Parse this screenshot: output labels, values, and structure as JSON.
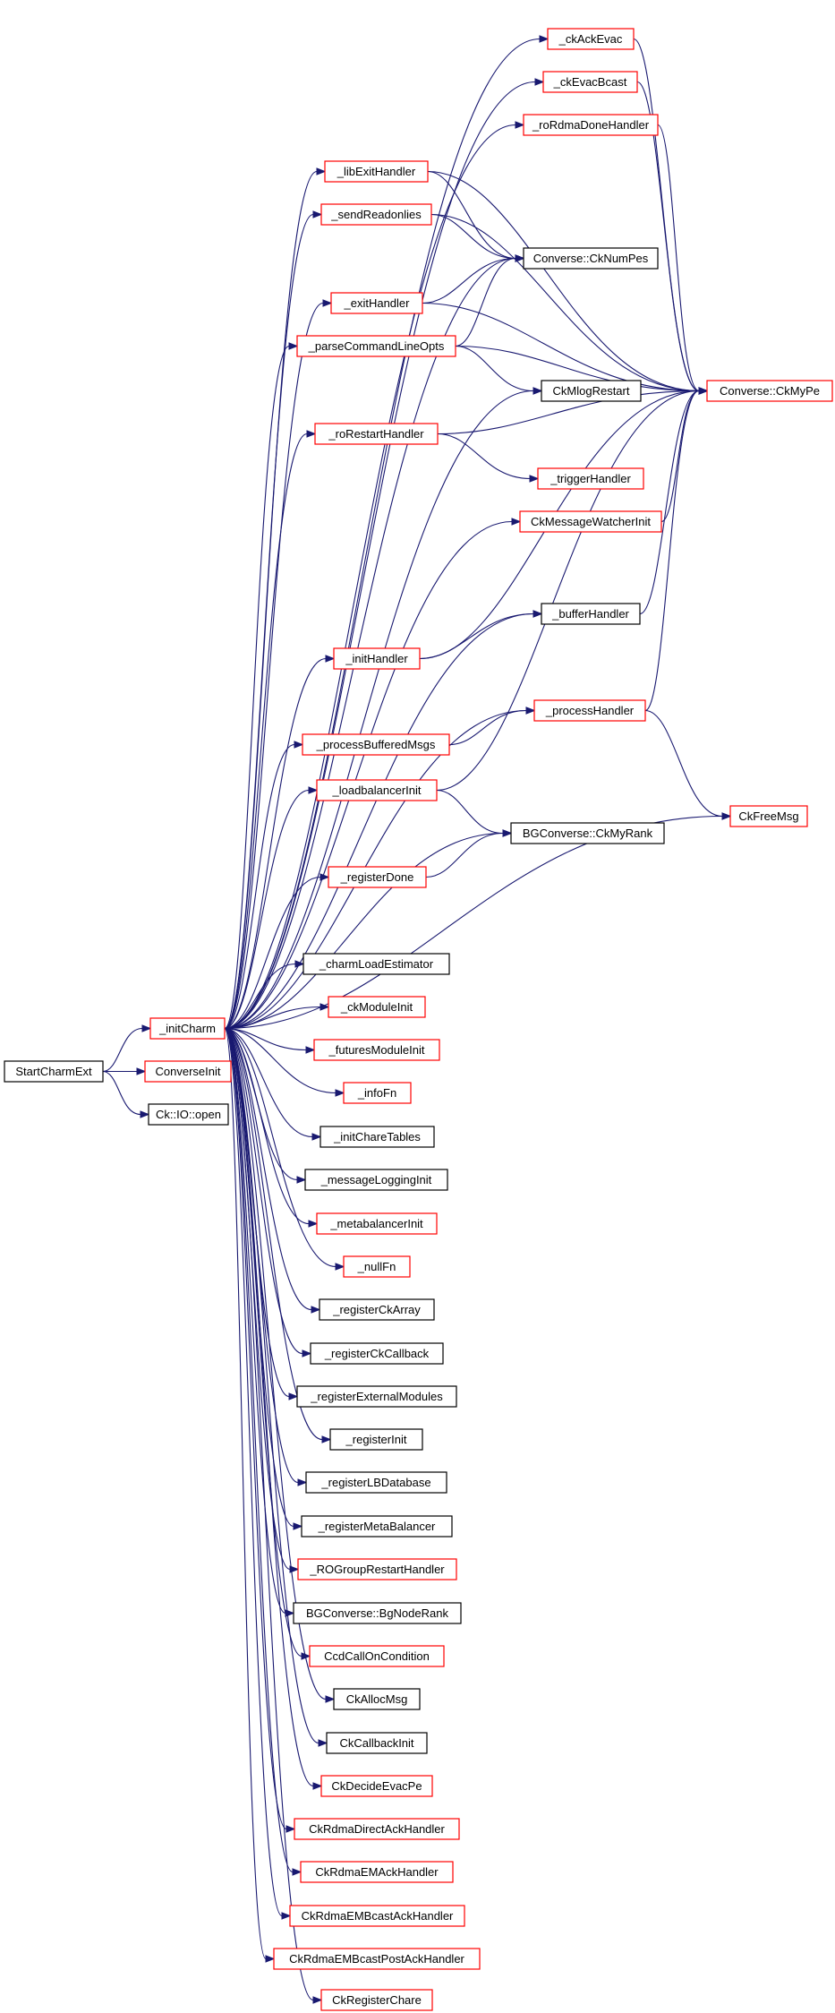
{
  "colors": {
    "background": "#ffffff",
    "edge": "#191970",
    "border_black": "#000000",
    "border_red": "#ff0000",
    "root_fill": "#bfbfbf",
    "text": "#000000"
  },
  "nodes": [
    {
      "id": "StartCharmExt",
      "label": "StartCharmExt",
      "border": "black",
      "root": true
    },
    {
      "id": "_initCharm",
      "label": "_initCharm",
      "border": "red"
    },
    {
      "id": "ConverseInit",
      "label": "ConverseInit",
      "border": "red"
    },
    {
      "id": "Ck::IO::open",
      "label": "Ck::IO::open",
      "border": "black"
    },
    {
      "id": "_ckAckEvac",
      "label": "_ckAckEvac",
      "border": "red"
    },
    {
      "id": "_ckEvacBcast",
      "label": "_ckEvacBcast",
      "border": "red"
    },
    {
      "id": "_roRdmaDoneHandler",
      "label": "_roRdmaDoneHandler",
      "border": "red"
    },
    {
      "id": "_libExitHandler",
      "label": "_libExitHandler",
      "border": "red"
    },
    {
      "id": "_sendReadonlies",
      "label": "_sendReadonlies",
      "border": "red"
    },
    {
      "id": "Converse::CkNumPes",
      "label": "Converse::CkNumPes",
      "border": "black"
    },
    {
      "id": "_exitHandler",
      "label": "_exitHandler",
      "border": "red"
    },
    {
      "id": "_parseCommandLineOpts",
      "label": "_parseCommandLineOpts",
      "border": "red"
    },
    {
      "id": "Converse::CkMyPe",
      "label": "Converse::CkMyPe",
      "border": "red"
    },
    {
      "id": "CkMlogRestart",
      "label": "CkMlogRestart",
      "border": "black"
    },
    {
      "id": "_roRestartHandler",
      "label": "_roRestartHandler",
      "border": "red"
    },
    {
      "id": "_triggerHandler",
      "label": "_triggerHandler",
      "border": "red"
    },
    {
      "id": "CkMessageWatcherInit",
      "label": "CkMessageWatcherInit",
      "border": "red"
    },
    {
      "id": "_bufferHandler",
      "label": "_bufferHandler",
      "border": "black"
    },
    {
      "id": "_initHandler",
      "label": "_initHandler",
      "border": "red"
    },
    {
      "id": "_processHandler",
      "label": "_processHandler",
      "border": "red"
    },
    {
      "id": "_processBufferedMsgs",
      "label": "_processBufferedMsgs",
      "border": "red"
    },
    {
      "id": "_loadbalancerInit",
      "label": "_loadbalancerInit",
      "border": "red"
    },
    {
      "id": "CkFreeMsg",
      "label": "CkFreeMsg",
      "border": "red"
    },
    {
      "id": "BGConverse::CkMyRank",
      "label": "BGConverse::CkMyRank",
      "border": "black"
    },
    {
      "id": "_registerDone",
      "label": "_registerDone",
      "border": "red"
    },
    {
      "id": "_charmLoadEstimator",
      "label": "_charmLoadEstimator",
      "border": "black"
    },
    {
      "id": "_ckModuleInit",
      "label": "_ckModuleInit",
      "border": "red"
    },
    {
      "id": "_futuresModuleInit",
      "label": "_futuresModuleInit",
      "border": "red"
    },
    {
      "id": "_infoFn",
      "label": "_infoFn",
      "border": "red"
    },
    {
      "id": "_initChareTables",
      "label": "_initChareTables",
      "border": "black"
    },
    {
      "id": "_messageLoggingInit",
      "label": "_messageLoggingInit",
      "border": "black"
    },
    {
      "id": "_metabalancerInit",
      "label": "_metabalancerInit",
      "border": "red"
    },
    {
      "id": "_nullFn",
      "label": "_nullFn",
      "border": "red"
    },
    {
      "id": "_registerCkArray",
      "label": "_registerCkArray",
      "border": "black"
    },
    {
      "id": "_registerCkCallback",
      "label": "_registerCkCallback",
      "border": "black"
    },
    {
      "id": "_registerExternalModules",
      "label": "_registerExternalModules",
      "border": "black"
    },
    {
      "id": "_registerInit",
      "label": "_registerInit",
      "border": "black"
    },
    {
      "id": "_registerLBDatabase",
      "label": "_registerLBDatabase",
      "border": "black"
    },
    {
      "id": "_registerMetaBalancer",
      "label": "_registerMetaBalancer",
      "border": "black"
    },
    {
      "id": "_ROGroupRestartHandler",
      "label": "_ROGroupRestartHandler",
      "border": "red"
    },
    {
      "id": "BGConverse::BgNodeRank",
      "label": "BGConverse::BgNodeRank",
      "border": "black"
    },
    {
      "id": "CcdCallOnCondition",
      "label": "CcdCallOnCondition",
      "border": "red"
    },
    {
      "id": "CkAllocMsg",
      "label": "CkAllocMsg",
      "border": "black"
    },
    {
      "id": "CkCallbackInit",
      "label": "CkCallbackInit",
      "border": "black"
    },
    {
      "id": "CkDecideEvacPe",
      "label": "CkDecideEvacPe",
      "border": "red"
    },
    {
      "id": "CkRdmaDirectAckHandler",
      "label": "CkRdmaDirectAckHandler",
      "border": "red"
    },
    {
      "id": "CkRdmaEMAckHandler",
      "label": "CkRdmaEMAckHandler",
      "border": "red"
    },
    {
      "id": "CkRdmaEMBcastAckHandler",
      "label": "CkRdmaEMBcastAckHandler",
      "border": "red"
    },
    {
      "id": "CkRdmaEMBcastPostAckHandler",
      "label": "CkRdmaEMBcastPostAckHandler",
      "border": "red"
    },
    {
      "id": "CkRegisterChare",
      "label": "CkRegisterChare",
      "border": "red"
    }
  ],
  "edges": [
    [
      "StartCharmExt",
      "_initCharm"
    ],
    [
      "StartCharmExt",
      "ConverseInit"
    ],
    [
      "StartCharmExt",
      "Ck::IO::open"
    ],
    [
      "_initCharm",
      "_ckAckEvac"
    ],
    [
      "_initCharm",
      "_ckEvacBcast"
    ],
    [
      "_initCharm",
      "_roRdmaDoneHandler"
    ],
    [
      "_initCharm",
      "_libExitHandler"
    ],
    [
      "_initCharm",
      "_sendReadonlies"
    ],
    [
      "_initCharm",
      "Converse::CkNumPes"
    ],
    [
      "_initCharm",
      "_exitHandler"
    ],
    [
      "_initCharm",
      "_parseCommandLineOpts"
    ],
    [
      "_initCharm",
      "CkMlogRestart"
    ],
    [
      "_initCharm",
      "_roRestartHandler"
    ],
    [
      "_initCharm",
      "CkMessageWatcherInit"
    ],
    [
      "_initCharm",
      "_bufferHandler"
    ],
    [
      "_initCharm",
      "_initHandler"
    ],
    [
      "_initCharm",
      "_processHandler"
    ],
    [
      "_initCharm",
      "_processBufferedMsgs"
    ],
    [
      "_initCharm",
      "_loadbalancerInit"
    ],
    [
      "_initCharm",
      "BGConverse::CkMyRank"
    ],
    [
      "_initCharm",
      "_registerDone"
    ],
    [
      "_initCharm",
      "CkFreeMsg"
    ],
    [
      "_initCharm",
      "_charmLoadEstimator"
    ],
    [
      "_initCharm",
      "_ckModuleInit"
    ],
    [
      "_initCharm",
      "_futuresModuleInit"
    ],
    [
      "_initCharm",
      "_infoFn"
    ],
    [
      "_initCharm",
      "_initChareTables"
    ],
    [
      "_initCharm",
      "_messageLoggingInit"
    ],
    [
      "_initCharm",
      "_metabalancerInit"
    ],
    [
      "_initCharm",
      "_nullFn"
    ],
    [
      "_initCharm",
      "_registerCkArray"
    ],
    [
      "_initCharm",
      "_registerCkCallback"
    ],
    [
      "_initCharm",
      "_registerExternalModules"
    ],
    [
      "_initCharm",
      "_registerInit"
    ],
    [
      "_initCharm",
      "_registerLBDatabase"
    ],
    [
      "_initCharm",
      "_registerMetaBalancer"
    ],
    [
      "_initCharm",
      "_ROGroupRestartHandler"
    ],
    [
      "_initCharm",
      "BGConverse::BgNodeRank"
    ],
    [
      "_initCharm",
      "CcdCallOnCondition"
    ],
    [
      "_initCharm",
      "CkAllocMsg"
    ],
    [
      "_initCharm",
      "CkCallbackInit"
    ],
    [
      "_initCharm",
      "CkDecideEvacPe"
    ],
    [
      "_initCharm",
      "CkRdmaDirectAckHandler"
    ],
    [
      "_initCharm",
      "CkRdmaEMAckHandler"
    ],
    [
      "_initCharm",
      "CkRdmaEMBcastAckHandler"
    ],
    [
      "_initCharm",
      "CkRdmaEMBcastPostAckHandler"
    ],
    [
      "_initCharm",
      "CkRegisterChare"
    ],
    [
      "_ckAckEvac",
      "Converse::CkMyPe"
    ],
    [
      "_ckEvacBcast",
      "Converse::CkMyPe"
    ],
    [
      "_roRdmaDoneHandler",
      "Converse::CkMyPe"
    ],
    [
      "_libExitHandler",
      "Converse::CkNumPes"
    ],
    [
      "_libExitHandler",
      "Converse::CkMyPe"
    ],
    [
      "_sendReadonlies",
      "Converse::CkNumPes"
    ],
    [
      "_sendReadonlies",
      "Converse::CkMyPe"
    ],
    [
      "_exitHandler",
      "Converse::CkNumPes"
    ],
    [
      "_exitHandler",
      "Converse::CkMyPe"
    ],
    [
      "_parseCommandLineOpts",
      "Converse::CkNumPes"
    ],
    [
      "_parseCommandLineOpts",
      "Converse::CkMyPe"
    ],
    [
      "_parseCommandLineOpts",
      "CkMlogRestart"
    ],
    [
      "_roRestartHandler",
      "Converse::CkMyPe"
    ],
    [
      "_roRestartHandler",
      "_triggerHandler"
    ],
    [
      "CkMessageWatcherInit",
      "Converse::CkMyPe"
    ],
    [
      "_bufferHandler",
      "Converse::CkMyPe"
    ],
    [
      "_initHandler",
      "_bufferHandler"
    ],
    [
      "_initHandler",
      "Converse::CkMyPe"
    ],
    [
      "_processHandler",
      "Converse::CkMyPe"
    ],
    [
      "_processHandler",
      "CkFreeMsg"
    ],
    [
      "_processBufferedMsgs",
      "_processHandler"
    ],
    [
      "_loadbalancerInit",
      "Converse::CkMyPe"
    ],
    [
      "_loadbalancerInit",
      "BGConverse::CkMyRank"
    ],
    [
      "_registerDone",
      "BGConverse::CkMyRank"
    ]
  ]
}
